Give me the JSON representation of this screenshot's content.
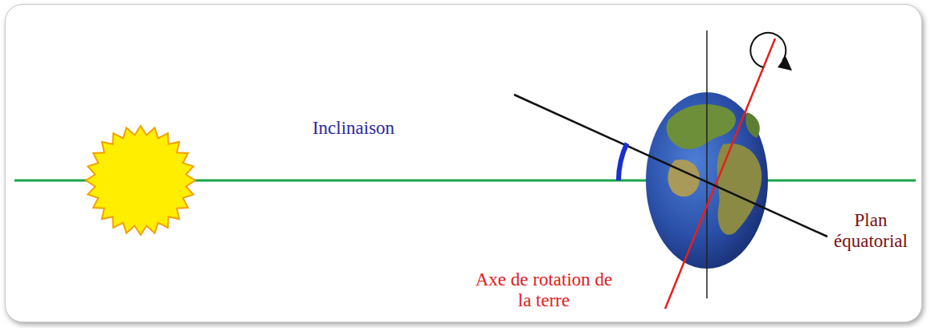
{
  "diagram": {
    "labels": [
      "Inclinaison",
      "Plan équatorial",
      "Axe de rotation de la terre"
    ]
  }
}
